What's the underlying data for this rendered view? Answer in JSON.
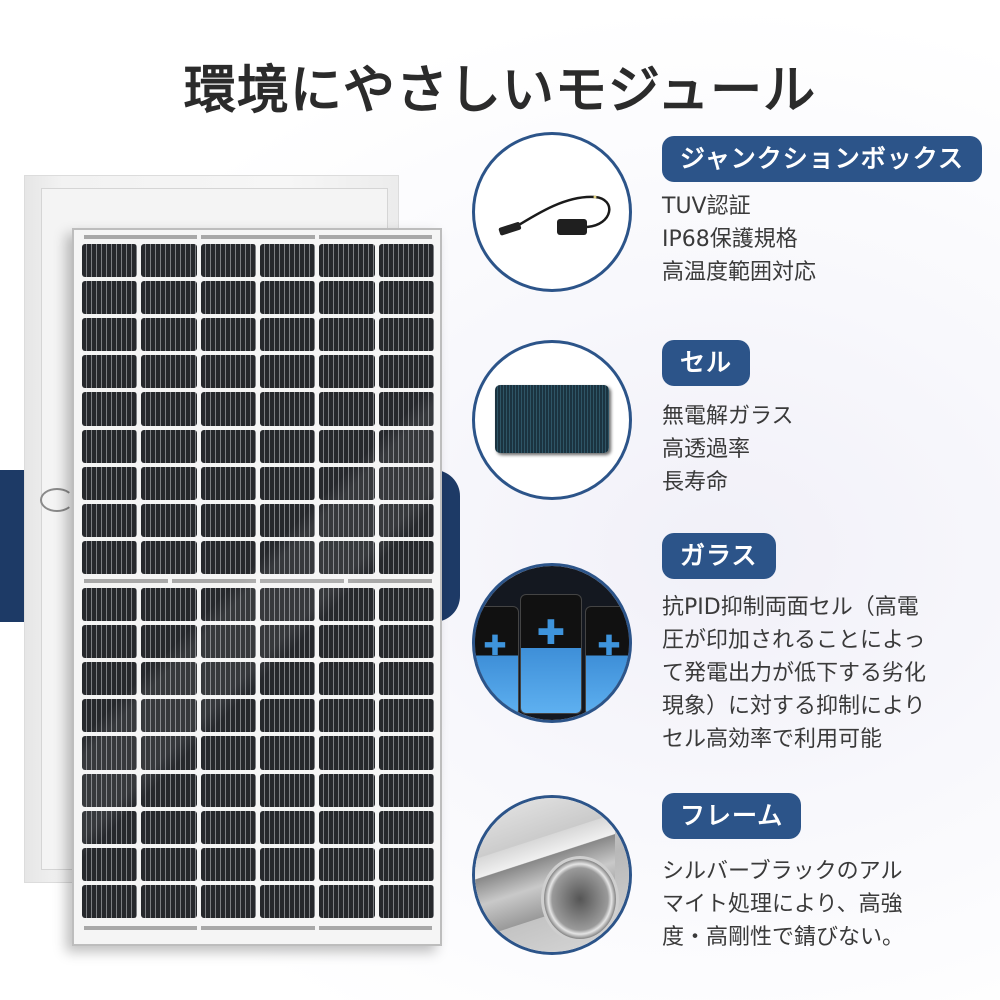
{
  "title": "環境にやさしいモジュール",
  "colors": {
    "accent_navy": "#2c5489",
    "band_navy": "#1d3a66",
    "title_text": "#2b2b2b",
    "body_text": "#3a3a3a"
  },
  "product_image": {
    "subject": "solar-panel-module",
    "cell_columns": 6,
    "cell_rows_per_half": 9
  },
  "features": [
    {
      "label": "ジャンクションボックス",
      "icon": "junction-box-cable-icon",
      "lines": [
        "TUV認証",
        "IP68保護規格",
        "高温度範囲対応"
      ]
    },
    {
      "label": "セル",
      "icon": "solar-cell-icon",
      "lines": [
        "無電解ガラス",
        "高透過率",
        "長寿命"
      ]
    },
    {
      "label": "ガラス",
      "icon": "battery-icon",
      "lines": [
        "抗PID抑制両面セル（高電",
        "圧が印加されることによっ",
        "て発電出力が低下する劣化",
        "現象）に対する抑制により",
        "セル高効率で利用可能"
      ]
    },
    {
      "label": "フレーム",
      "icon": "aluminum-frame-icon",
      "lines": [
        "シルバーブラックのアル",
        "マイト処理により、高強",
        "度・高剛性で錆びない。"
      ]
    }
  ]
}
